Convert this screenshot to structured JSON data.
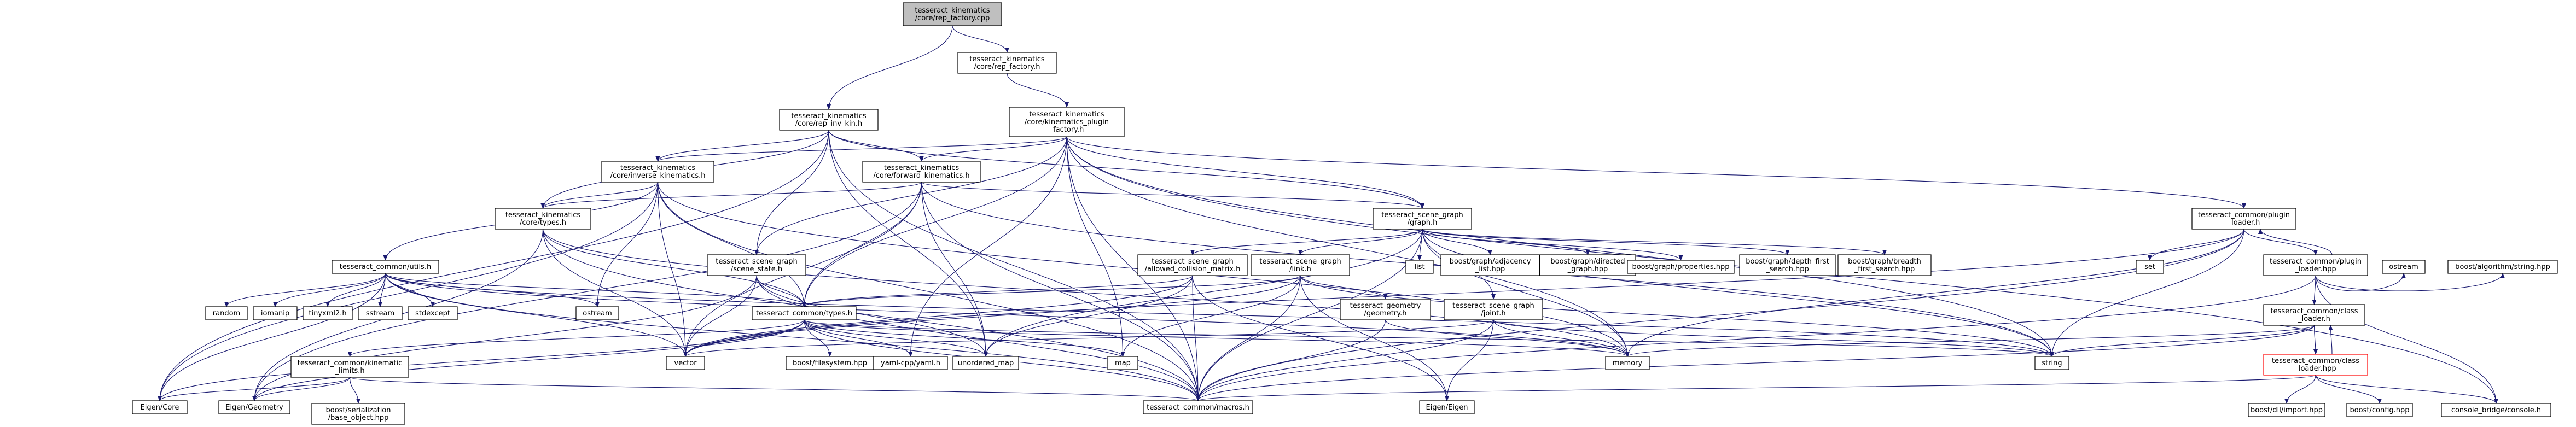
{
  "graph": {
    "root": "n_root",
    "nodes": [
      {
        "id": "n_root",
        "lines": [
          "tesseract_kinematics",
          "/core/rep_factory.cpp"
        ],
        "style": "root"
      },
      {
        "id": "n_repfactory_h",
        "lines": [
          "tesseract_kinematics",
          "/core/rep_factory.h"
        ]
      },
      {
        "id": "n_repinvkin",
        "lines": [
          "tesseract_kinematics",
          "/core/rep_inv_kin.h"
        ]
      },
      {
        "id": "n_plugin_factory",
        "lines": [
          "tesseract_kinematics",
          "/core/kinematics_plugin",
          "_factory.h"
        ]
      },
      {
        "id": "n_invkin",
        "lines": [
          "tesseract_kinematics",
          "/core/inverse_kinematics.h"
        ]
      },
      {
        "id": "n_fwdkin",
        "lines": [
          "tesseract_kinematics",
          "/core/forward_kinematics.h"
        ]
      },
      {
        "id": "n_types",
        "lines": [
          "tesseract_kinematics",
          "/core/types.h"
        ]
      },
      {
        "id": "n_sg_graph",
        "lines": [
          "tesseract_scene_graph",
          "/graph.h"
        ]
      },
      {
        "id": "n_plugin_loader_h",
        "lines": [
          "tesseract_common/plugin",
          "_loader.h"
        ]
      },
      {
        "id": "n_plugin_loader_hpp",
        "lines": [
          "tesseract_common/plugin",
          "_loader.hpp"
        ]
      },
      {
        "id": "n_utils",
        "lines": [
          "tesseract_common/utils.h"
        ]
      },
      {
        "id": "n_scene_state",
        "lines": [
          "tesseract_scene_graph",
          "/scene_state.h"
        ]
      },
      {
        "id": "n_acm",
        "lines": [
          "tesseract_scene_graph",
          "/allowed_collision_matrix.h"
        ]
      },
      {
        "id": "n_sg_link",
        "lines": [
          "tesseract_scene_graph",
          "/link.h"
        ]
      },
      {
        "id": "n_geometry",
        "lines": [
          "tesseract_geometry",
          "/geometry.h"
        ]
      },
      {
        "id": "n_sg_joint",
        "lines": [
          "tesseract_scene_graph",
          "/joint.h"
        ]
      },
      {
        "id": "n_common_types",
        "lines": [
          "tesseract_common/types.h"
        ]
      },
      {
        "id": "n_class_loader_h",
        "lines": [
          "tesseract_common/class",
          "_loader.h"
        ]
      },
      {
        "id": "n_class_loader_hpp",
        "lines": [
          "tesseract_common/class",
          "_loader.hpp"
        ],
        "style": "red"
      },
      {
        "id": "n_kin_limits",
        "lines": [
          "tesseract_common/kinematic",
          "_limits.h"
        ]
      },
      {
        "id": "n_random",
        "lines": [
          "random"
        ]
      },
      {
        "id": "n_iomanip",
        "lines": [
          "iomanip"
        ]
      },
      {
        "id": "n_tinyxml2",
        "lines": [
          "tinyxml2.h"
        ]
      },
      {
        "id": "n_sstream",
        "lines": [
          "sstream"
        ]
      },
      {
        "id": "n_stdexcept",
        "lines": [
          "stdexcept"
        ]
      },
      {
        "id": "n_ostream_a",
        "lines": [
          "ostream"
        ]
      },
      {
        "id": "n_list",
        "lines": [
          "list"
        ]
      },
      {
        "id": "n_bg_adj",
        "lines": [
          "boost/graph/adjacency",
          "_list.hpp"
        ]
      },
      {
        "id": "n_bg_dir",
        "lines": [
          "boost/graph/directed",
          "_graph.hpp"
        ]
      },
      {
        "id": "n_bg_prop",
        "lines": [
          "boost/graph/properties.hpp"
        ]
      },
      {
        "id": "n_bg_dfs",
        "lines": [
          "boost/graph/depth_first",
          "_search.hpp"
        ]
      },
      {
        "id": "n_bg_bfs",
        "lines": [
          "boost/graph/breadth",
          "_first_search.hpp"
        ]
      },
      {
        "id": "n_set",
        "lines": [
          "set"
        ]
      },
      {
        "id": "n_ostream_b",
        "lines": [
          "ostream"
        ]
      },
      {
        "id": "n_boost_alg",
        "lines": [
          "boost/algorithm/string.hpp"
        ]
      },
      {
        "id": "n_vector",
        "lines": [
          "vector"
        ]
      },
      {
        "id": "n_boost_fs",
        "lines": [
          "boost/filesystem.hpp"
        ]
      },
      {
        "id": "n_yaml",
        "lines": [
          "yaml-cpp/yaml.h"
        ]
      },
      {
        "id": "n_umap",
        "lines": [
          "unordered_map"
        ]
      },
      {
        "id": "n_map",
        "lines": [
          "map"
        ]
      },
      {
        "id": "n_memory",
        "lines": [
          "memory"
        ]
      },
      {
        "id": "n_string",
        "lines": [
          "string"
        ]
      },
      {
        "id": "n_eigen",
        "lines": [
          "Eigen/Eigen"
        ]
      },
      {
        "id": "n_eigen_core",
        "lines": [
          "Eigen/Core"
        ]
      },
      {
        "id": "n_eigen_geom",
        "lines": [
          "Eigen/Geometry"
        ]
      },
      {
        "id": "n_macros",
        "lines": [
          "tesseract_common/macros.h"
        ]
      },
      {
        "id": "n_base_obj",
        "lines": [
          "boost/serialization",
          "/base_object.hpp"
        ]
      },
      {
        "id": "n_dll",
        "lines": [
          "boost/dll/import.hpp"
        ]
      },
      {
        "id": "n_bconfig",
        "lines": [
          "boost/config.hpp"
        ]
      },
      {
        "id": "n_console",
        "lines": [
          "console_bridge/console.h"
        ]
      }
    ],
    "edges": [
      [
        "n_root",
        "n_repfactory_h"
      ],
      [
        "n_root",
        "n_repinvkin"
      ],
      [
        "n_repfactory_h",
        "n_plugin_factory"
      ],
      [
        "n_repinvkin",
        "n_invkin"
      ],
      [
        "n_repinvkin",
        "n_fwdkin"
      ],
      [
        "n_repinvkin",
        "n_types"
      ],
      [
        "n_repinvkin",
        "n_sg_graph"
      ],
      [
        "n_repinvkin",
        "n_scene_state"
      ],
      [
        "n_repinvkin",
        "n_umap"
      ],
      [
        "n_repinvkin",
        "n_macros"
      ],
      [
        "n_repinvkin",
        "n_eigen_core"
      ],
      [
        "n_plugin_factory",
        "n_invkin"
      ],
      [
        "n_plugin_factory",
        "n_fwdkin"
      ],
      [
        "n_plugin_factory",
        "n_sg_graph"
      ],
      [
        "n_plugin_factory",
        "n_plugin_loader_h"
      ],
      [
        "n_plugin_factory",
        "n_scene_state"
      ],
      [
        "n_plugin_factory",
        "n_common_types"
      ],
      [
        "n_plugin_factory",
        "n_yaml"
      ],
      [
        "n_plugin_factory",
        "n_map"
      ],
      [
        "n_plugin_factory",
        "n_memory"
      ],
      [
        "n_plugin_factory",
        "n_string"
      ],
      [
        "n_plugin_factory",
        "n_macros"
      ],
      [
        "n_plugin_factory",
        "n_console"
      ],
      [
        "n_invkin",
        "n_types"
      ],
      [
        "n_invkin",
        "n_utils"
      ],
      [
        "n_invkin",
        "n_common_types"
      ],
      [
        "n_invkin",
        "n_vector"
      ],
      [
        "n_invkin",
        "n_ostream_a"
      ],
      [
        "n_invkin",
        "n_memory"
      ],
      [
        "n_invkin",
        "n_eigen_core"
      ],
      [
        "n_invkin",
        "n_macros"
      ],
      [
        "n_fwdkin",
        "n_types"
      ],
      [
        "n_fwdkin",
        "n_sg_graph"
      ],
      [
        "n_fwdkin",
        "n_common_types"
      ],
      [
        "n_fwdkin",
        "n_vector"
      ],
      [
        "n_fwdkin",
        "n_umap"
      ],
      [
        "n_fwdkin",
        "n_string"
      ],
      [
        "n_fwdkin",
        "n_eigen_geom"
      ],
      [
        "n_fwdkin",
        "n_macros"
      ],
      [
        "n_types",
        "n_common_types"
      ],
      [
        "n_types",
        "n_eigen_geom"
      ],
      [
        "n_types",
        "n_vector"
      ],
      [
        "n_types",
        "n_macros"
      ],
      [
        "n_types",
        "n_memory"
      ],
      [
        "n_sg_graph",
        "n_acm"
      ],
      [
        "n_sg_graph",
        "n_sg_link"
      ],
      [
        "n_sg_graph",
        "n_sg_joint"
      ],
      [
        "n_sg_graph",
        "n_list"
      ],
      [
        "n_sg_graph",
        "n_bg_adj"
      ],
      [
        "n_sg_graph",
        "n_bg_dir"
      ],
      [
        "n_sg_graph",
        "n_bg_prop"
      ],
      [
        "n_sg_graph",
        "n_bg_dfs"
      ],
      [
        "n_sg_graph",
        "n_bg_bfs"
      ],
      [
        "n_sg_graph",
        "n_string"
      ],
      [
        "n_sg_graph",
        "n_memory"
      ],
      [
        "n_sg_graph",
        "n_umap"
      ],
      [
        "n_sg_graph",
        "n_macros"
      ],
      [
        "n_plugin_loader_h",
        "n_plugin_loader_hpp"
      ],
      [
        "n_plugin_loader_h",
        "n_set"
      ],
      [
        "n_plugin_loader_h",
        "n_vector"
      ],
      [
        "n_plugin_loader_h",
        "n_memory"
      ],
      [
        "n_plugin_loader_h",
        "n_string"
      ],
      [
        "n_plugin_loader_h",
        "n_macros"
      ],
      [
        "n_plugin_loader_hpp",
        "n_plugin_loader_h"
      ],
      [
        "n_plugin_loader_hpp",
        "n_class_loader_h"
      ],
      [
        "n_plugin_loader_hpp",
        "n_ostream_b"
      ],
      [
        "n_plugin_loader_hpp",
        "n_boost_alg"
      ],
      [
        "n_plugin_loader_hpp",
        "n_console"
      ],
      [
        "n_plugin_loader_hpp",
        "n_macros"
      ],
      [
        "n_utils",
        "n_random"
      ],
      [
        "n_utils",
        "n_iomanip"
      ],
      [
        "n_utils",
        "n_tinyxml2"
      ],
      [
        "n_utils",
        "n_sstream"
      ],
      [
        "n_utils",
        "n_stdexcept"
      ],
      [
        "n_utils",
        "n_ostream_a"
      ],
      [
        "n_utils",
        "n_common_types"
      ],
      [
        "n_utils",
        "n_vector"
      ],
      [
        "n_utils",
        "n_memory"
      ],
      [
        "n_utils",
        "n_string"
      ],
      [
        "n_utils",
        "n_eigen_core"
      ],
      [
        "n_utils",
        "n_macros"
      ],
      [
        "n_scene_state",
        "n_common_types"
      ],
      [
        "n_scene_state",
        "n_umap"
      ],
      [
        "n_scene_state",
        "n_vector"
      ],
      [
        "n_scene_state",
        "n_eigen_geom"
      ],
      [
        "n_scene_state",
        "n_macros"
      ],
      [
        "n_acm",
        "n_common_types"
      ],
      [
        "n_acm",
        "n_umap"
      ],
      [
        "n_acm",
        "n_vector"
      ],
      [
        "n_acm",
        "n_eigen"
      ],
      [
        "n_acm",
        "n_macros"
      ],
      [
        "n_sg_link",
        "n_geometry"
      ],
      [
        "n_sg_link",
        "n_common_types"
      ],
      [
        "n_sg_link",
        "n_map"
      ],
      [
        "n_sg_link",
        "n_vector"
      ],
      [
        "n_sg_link",
        "n_string"
      ],
      [
        "n_sg_link",
        "n_eigen"
      ],
      [
        "n_sg_link",
        "n_macros"
      ],
      [
        "n_geometry",
        "n_memory"
      ],
      [
        "n_geometry",
        "n_macros"
      ],
      [
        "n_sg_joint",
        "n_string"
      ],
      [
        "n_sg_joint",
        "n_memory"
      ],
      [
        "n_sg_joint",
        "n_eigen"
      ],
      [
        "n_sg_joint",
        "n_vector"
      ],
      [
        "n_sg_joint",
        "n_macros"
      ],
      [
        "n_common_types",
        "n_kin_limits"
      ],
      [
        "n_common_types",
        "n_boost_fs"
      ],
      [
        "n_common_types",
        "n_yaml"
      ],
      [
        "n_common_types",
        "n_umap"
      ],
      [
        "n_common_types",
        "n_map"
      ],
      [
        "n_common_types",
        "n_vector"
      ],
      [
        "n_common_types",
        "n_eigen_core"
      ],
      [
        "n_common_types",
        "n_eigen_geom"
      ],
      [
        "n_common_types",
        "n_macros"
      ],
      [
        "n_common_types",
        "n_string"
      ],
      [
        "n_common_types",
        "n_memory"
      ],
      [
        "n_kin_limits",
        "n_eigen_core"
      ],
      [
        "n_kin_limits",
        "n_eigen_geom"
      ],
      [
        "n_kin_limits",
        "n_base_obj"
      ],
      [
        "n_kin_limits",
        "n_macros"
      ],
      [
        "n_class_loader_h",
        "n_class_loader_hpp"
      ],
      [
        "n_class_loader_h",
        "n_memory"
      ],
      [
        "n_class_loader_h",
        "n_string"
      ],
      [
        "n_class_loader_h",
        "n_macros"
      ],
      [
        "n_class_loader_hpp",
        "n_class_loader_h"
      ],
      [
        "n_class_loader_hpp",
        "n_dll"
      ],
      [
        "n_class_loader_hpp",
        "n_bconfig"
      ],
      [
        "n_class_loader_hpp",
        "n_console"
      ],
      [
        "n_class_loader_hpp",
        "n_macros"
      ]
    ]
  }
}
